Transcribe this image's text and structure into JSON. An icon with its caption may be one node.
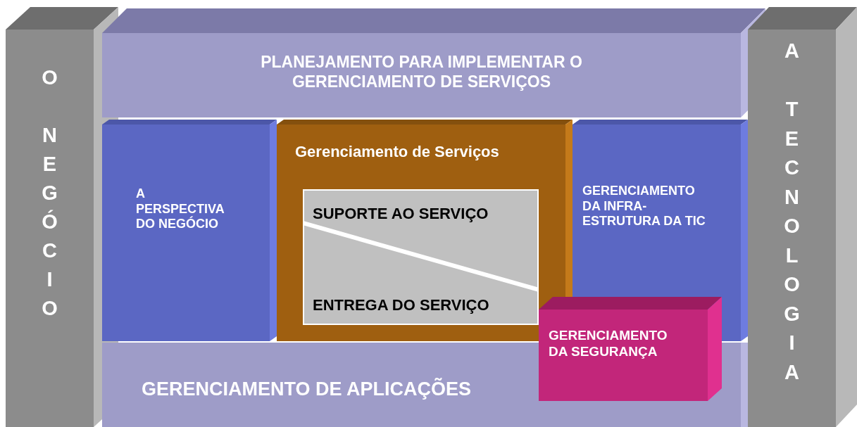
{
  "diagram": {
    "nodes": [
      {
        "text": [
          "O NEGÓCIO"
        ]
      },
      {
        "text": [
          "PLANEJAMENTO PARA IMPLEMENTAR O GERENCIAMENTO DE SERVIÇOS"
        ]
      },
      {
        "text": [
          "A PERSPECTIVA DO NEGÓCIO"
        ]
      },
      {
        "text": [
          "Gerenciamento de Serviços"
        ]
      },
      {
        "text": [
          "SUPORTE AO SERVIÇO",
          "ENTREGA DO SERVIÇO"
        ],
        "in": 3
      },
      {
        "text": [
          "GERENCIAMENTO DA INFRA-ESTRUTURA DA TIC"
        ]
      },
      {
        "text": [
          "A TECNOLOGIA"
        ]
      },
      {
        "text": [
          "GERENCIAMENTO DE APLICAÇÕES"
        ]
      },
      {
        "text": [
          "GERENCIAMENTO DA SEGURANÇA"
        ]
      }
    ]
  }
}
